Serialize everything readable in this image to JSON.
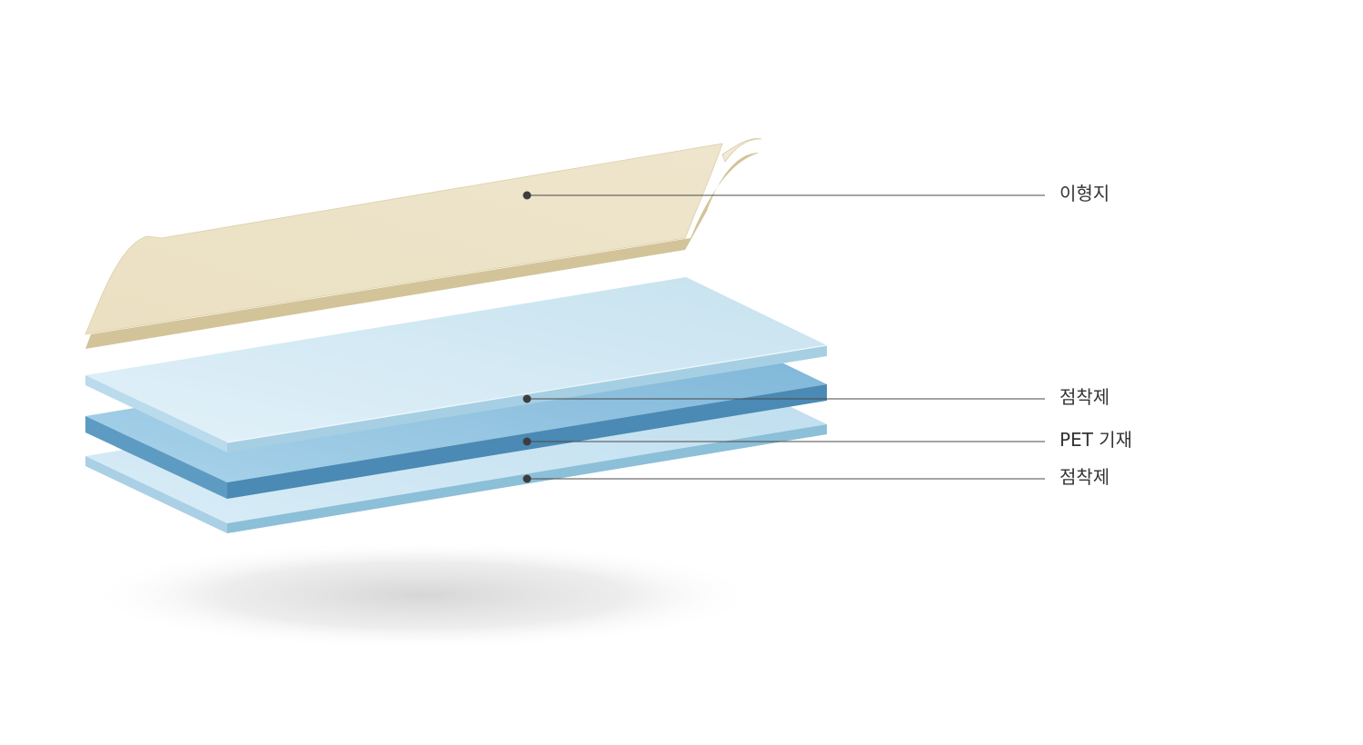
{
  "layers": [
    {
      "id": "release-paper",
      "label": "이형지"
    },
    {
      "id": "adhesive-top",
      "label": "점착제"
    },
    {
      "id": "pet-substrate",
      "label": "PET 기재"
    },
    {
      "id": "adhesive-bottom",
      "label": "점착제"
    }
  ],
  "colors": {
    "paper_face": "#ece2c6",
    "paper_edge": "#d3c398",
    "adhesive_face": "#cfe7f3",
    "adhesive_edge": "#9ec8de",
    "pet_face": "#8fc1de",
    "pet_edge": "#4f8fb8",
    "leader": "#4a4a4a",
    "label": "#333333"
  }
}
